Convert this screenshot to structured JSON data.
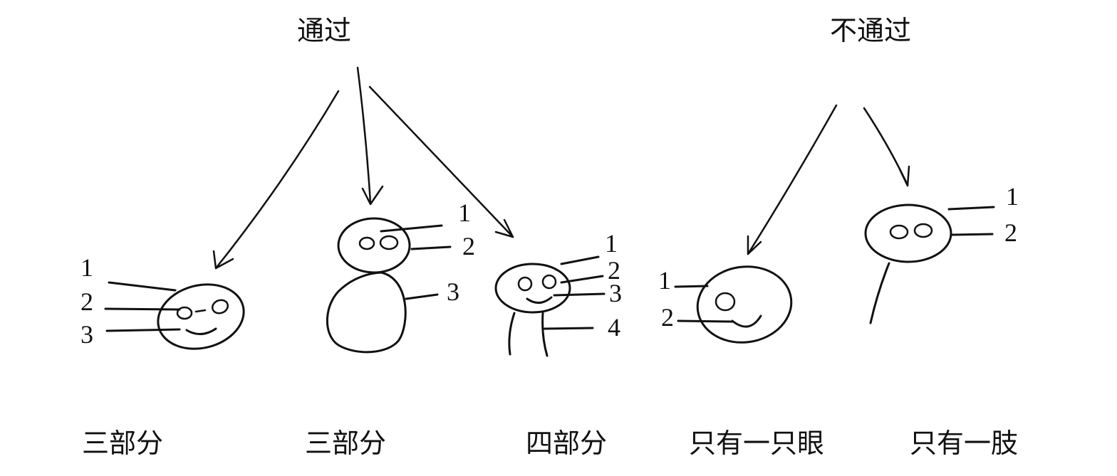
{
  "headers": {
    "pass": "通过",
    "fail": "不通过"
  },
  "figures": [
    {
      "caption": "三部分",
      "labels": [
        "1",
        "2",
        "3"
      ]
    },
    {
      "caption": "三部分",
      "labels": [
        "1",
        "2",
        "3"
      ]
    },
    {
      "caption": "四部分",
      "labels": [
        "1",
        "2",
        "3",
        "4"
      ]
    },
    {
      "caption": "只有一只眼",
      "labels": [
        "1",
        "2"
      ]
    },
    {
      "caption": "只有一肢",
      "labels": [
        "1",
        "2"
      ]
    }
  ]
}
